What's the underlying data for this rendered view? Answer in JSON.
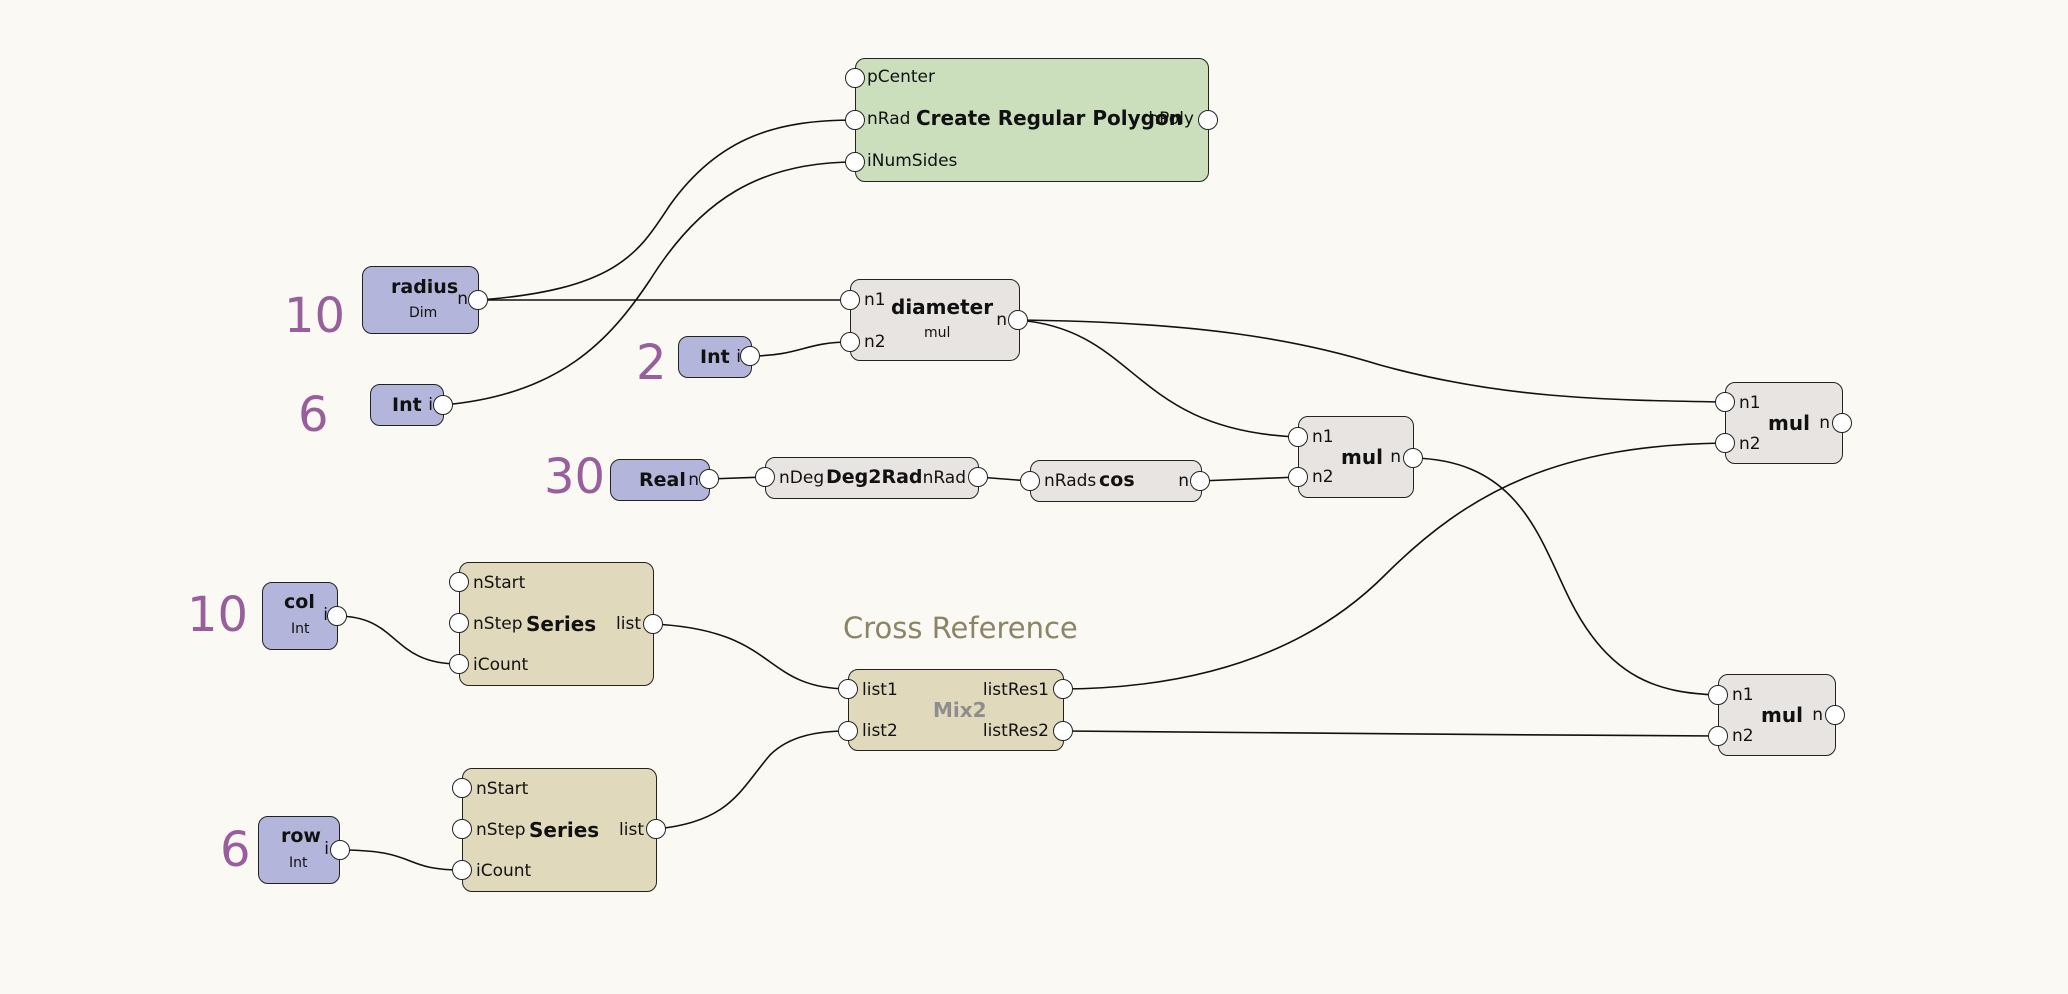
{
  "canvas": {
    "group_label": "Cross Reference"
  },
  "nodes": {
    "create_polygon": {
      "title": "Create Regular Polygon",
      "inputs": [
        "pCenter",
        "nRad",
        "iNumSides"
      ],
      "output": "hPoly"
    },
    "radius": {
      "title": "radius",
      "type": "Dim",
      "output": "n",
      "value": "10"
    },
    "int_sides": {
      "title": "Int",
      "output": "i",
      "value": "6"
    },
    "int_two": {
      "title": "Int",
      "output": "i",
      "value": "2"
    },
    "diameter": {
      "title": "diameter",
      "type": "mul",
      "inputs": [
        "n1",
        "n2"
      ],
      "output": "n"
    },
    "real": {
      "title": "Real",
      "output": "n",
      "value": "30"
    },
    "deg2rad": {
      "title": "Deg2Rad",
      "input": "nDeg",
      "output": "nRad"
    },
    "cos": {
      "title": "cos",
      "input": "nRads",
      "output": "n"
    },
    "mul_mid": {
      "title": "mul",
      "inputs": [
        "n1",
        "n2"
      ],
      "output": "n"
    },
    "mul_top_right": {
      "title": "mul",
      "inputs": [
        "n1",
        "n2"
      ],
      "output": "n"
    },
    "mul_bottom_right": {
      "title": "mul",
      "inputs": [
        "n1",
        "n2"
      ],
      "output": "n"
    },
    "col": {
      "title": "col",
      "type": "Int",
      "output": "i",
      "value": "10"
    },
    "row": {
      "title": "row",
      "type": "Int",
      "output": "i",
      "value": "6"
    },
    "series_col": {
      "title": "Series",
      "inputs": [
        "nStart",
        "nStep",
        "iCount"
      ],
      "output": "list"
    },
    "series_row": {
      "title": "Series",
      "inputs": [
        "nStart",
        "nStep",
        "iCount"
      ],
      "output": "list"
    },
    "mix2": {
      "title": "Mix2",
      "inputs": [
        "list1",
        "list2"
      ],
      "outputs": [
        "listRes1",
        "listRes2"
      ]
    }
  },
  "connections": [
    {
      "from": "radius.n",
      "to": "create_polygon.nRad"
    },
    {
      "from": "int_sides.i",
      "to": "create_polygon.iNumSides"
    },
    {
      "from": "radius.n",
      "to": "diameter.n1"
    },
    {
      "from": "int_two.i",
      "to": "diameter.n2"
    },
    {
      "from": "diameter.n",
      "to": "mul_mid.n1"
    },
    {
      "from": "diameter.n",
      "to": "mul_top_right.n1"
    },
    {
      "from": "real.n",
      "to": "deg2rad.nDeg"
    },
    {
      "from": "deg2rad.nRad",
      "to": "cos.nRads"
    },
    {
      "from": "cos.n",
      "to": "mul_mid.n2"
    },
    {
      "from": "mul_mid.n",
      "to": "mul_bottom_right.n1"
    },
    {
      "from": "col.i",
      "to": "series_col.iCount"
    },
    {
      "from": "row.i",
      "to": "series_row.iCount"
    },
    {
      "from": "series_col.list",
      "to": "mix2.list1"
    },
    {
      "from": "series_row.list",
      "to": "mix2.list2"
    },
    {
      "from": "mix2.listRes1",
      "to": "mul_top_right.n2"
    },
    {
      "from": "mix2.listRes2",
      "to": "mul_bottom_right.n2"
    }
  ]
}
